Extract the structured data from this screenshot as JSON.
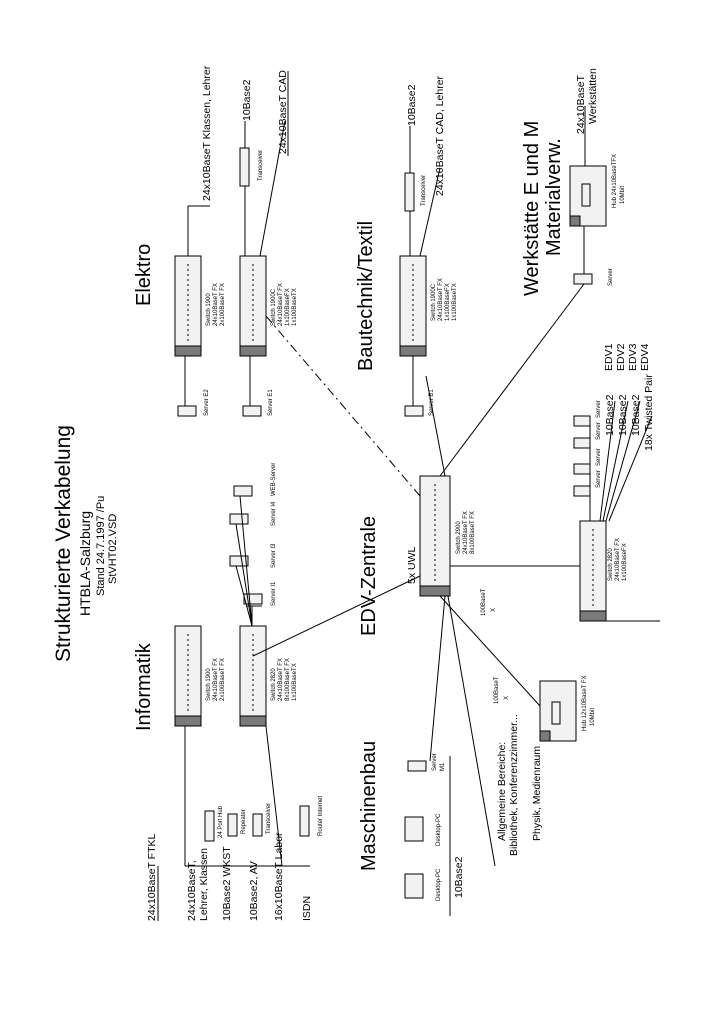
{
  "header": {
    "title": "Strukturierte Verkabelung",
    "school": "HTBLA-Salzburg",
    "stand": "Stand 24.7.1997 /Pu",
    "file": "StVHT02.VSD"
  },
  "rooms": {
    "informatik": "Informatik",
    "elektro": "Elektro",
    "bautechnik": "Bautechnik/Textil",
    "werkstaette_1": "Werkstätte E und M",
    "werkstaette_2": "Materialverw.",
    "edv": "EDV-Zentrale",
    "maschinenbau": "Maschinenbau"
  },
  "informatik": {
    "sw1": {
      "name": "Switch 1900",
      "l1": "24x10BaseT FX",
      "l2": "2x100BaseT FX"
    },
    "sw2": {
      "name": "Switch 2820",
      "l1": "24x10BaseT FX",
      "l2": "8x100BaseT FX",
      "l3": "1x100BaseTX"
    },
    "servers": [
      "Server I1",
      "Server I3",
      "Server I4",
      "WEB-Server"
    ],
    "devices": [
      "24 Port Hub",
      "Repeater",
      "Transceiver",
      "Router Internet"
    ],
    "links": [
      "24x10BaseT FTKL",
      "24x10BaseT,",
      "Lehrer, Klassen",
      "10Base2 WKST",
      "10Base2, AV",
      "16x10BaseT Labor",
      "ISDN"
    ]
  },
  "elektro": {
    "sw1": {
      "name": "Switch 1900",
      "l1": "24x10BaseT FX",
      "l2": "2x100BaseT FX"
    },
    "sw2": {
      "name": "Switch 1900C",
      "l1": "24x10BaseT FX",
      "l2": "1x100BaseFX",
      "l3": "1x100BaseTX"
    },
    "servers": [
      "Server E2",
      "Server E1"
    ],
    "transceiver": "Transceiver",
    "links": [
      "24x10BaseT Klassen, Lehrer",
      "10Base2",
      "24x10BaseT CAD"
    ]
  },
  "bautechnik": {
    "sw": {
      "name": "Switch 1900C",
      "l1": "24x10BaseT FX",
      "l2": "1x100BaseFX",
      "l3": "1x100BaseTX"
    },
    "server": "Server B1",
    "transceiver": "Transceiver",
    "links": [
      "10Base2",
      "24x10BaseT CAD, Lehrer"
    ]
  },
  "werkstaette": {
    "hub": {
      "l1": "Hub 24x10BaseTFX",
      "l2": "10Mbit"
    },
    "server": "Server",
    "links": [
      "24x10BaseT",
      "Werkstätten"
    ]
  },
  "edv": {
    "core": {
      "name": "Switch 2900",
      "l1": "24x10BaseT FX",
      "l2": "8x100BaseT FX"
    },
    "uwl": "5x UWL",
    "sw2": {
      "name": "Switch 2820",
      "l1": "24x10BaseT FX",
      "l2": "1x100BaseFX"
    },
    "lab100": "100BaseT",
    "labx": "X",
    "servers": [
      "Server",
      "Server",
      "Server",
      "Server"
    ],
    "links": [
      "10Base2",
      "10Base2",
      "10Base2",
      "18x Twisted Pair"
    ],
    "edv_labels": [
      "EDV1",
      "EDV2",
      "EDV3",
      "EDV4"
    ]
  },
  "maschinenbau": {
    "hub": {
      "l1": "Hub 12x10BaseT FX",
      "l2": "10Mbit"
    },
    "lab100": "100BaseT",
    "labx": "X",
    "server": "Server",
    "server_id": "M1",
    "pc1": "Desktop-PC",
    "pc2": "Desktop-PC",
    "link": "10Base2",
    "allg1": "Allgemeine Bereiche:",
    "allg2": "Bibliothek, Konferenzzimmer...",
    "physik": "Physik, Medienraum"
  }
}
